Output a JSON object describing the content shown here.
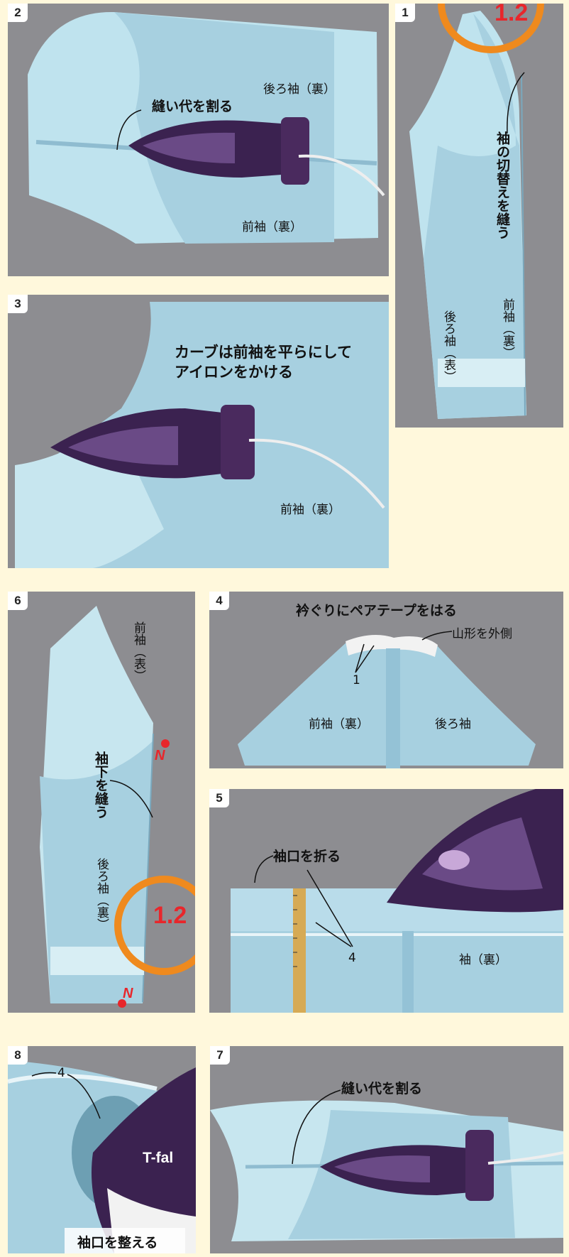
{
  "panels": {
    "p2": {
      "number": "2",
      "label_press": "縫い代を割る",
      "label_back": "後ろ袖（裏）",
      "label_front": "前袖（裏）"
    },
    "p1": {
      "number": "1",
      "measure": "1.2",
      "label_seam": "袖の切替えを縫う",
      "label_front": "前袖（裏）",
      "label_back": "後ろ袖（表）"
    },
    "p3": {
      "number": "3",
      "label_line1": "カーブは前袖を平らにして",
      "label_line2": "アイロンをかける",
      "label_front": "前袖（裏）"
    },
    "p6": {
      "number": "6",
      "label_front": "前袖（表）",
      "label_seam": "袖下を縫う",
      "label_back": "後ろ袖（裏）",
      "measure": "1.2",
      "notch": "N"
    },
    "p4": {
      "number": "4",
      "label_tape": "衿ぐりにペアテープをはる",
      "label_outside": "山形を外側",
      "label_ref": "1",
      "label_front": "前袖（裏）",
      "label_back": "後ろ袖"
    },
    "p5": {
      "number": "5",
      "label_fold": "袖口を折る",
      "label_ref": "4",
      "label_sleeve": "袖（裏）"
    },
    "p8": {
      "number": "8",
      "label_ref": "4",
      "label_adjust": "袖口を整える",
      "brand": "T-fal"
    },
    "p7": {
      "number": "7",
      "label_press": "縫い代を割る"
    }
  },
  "colors": {
    "background": "#fff8dc",
    "fabric": "#a9cfe0",
    "accent_circle": "#ef8a1e",
    "measure": "#e8262b",
    "iron": "#4a2a5e"
  },
  "icons": [
    "iron-icon",
    "ruler-icon"
  ]
}
